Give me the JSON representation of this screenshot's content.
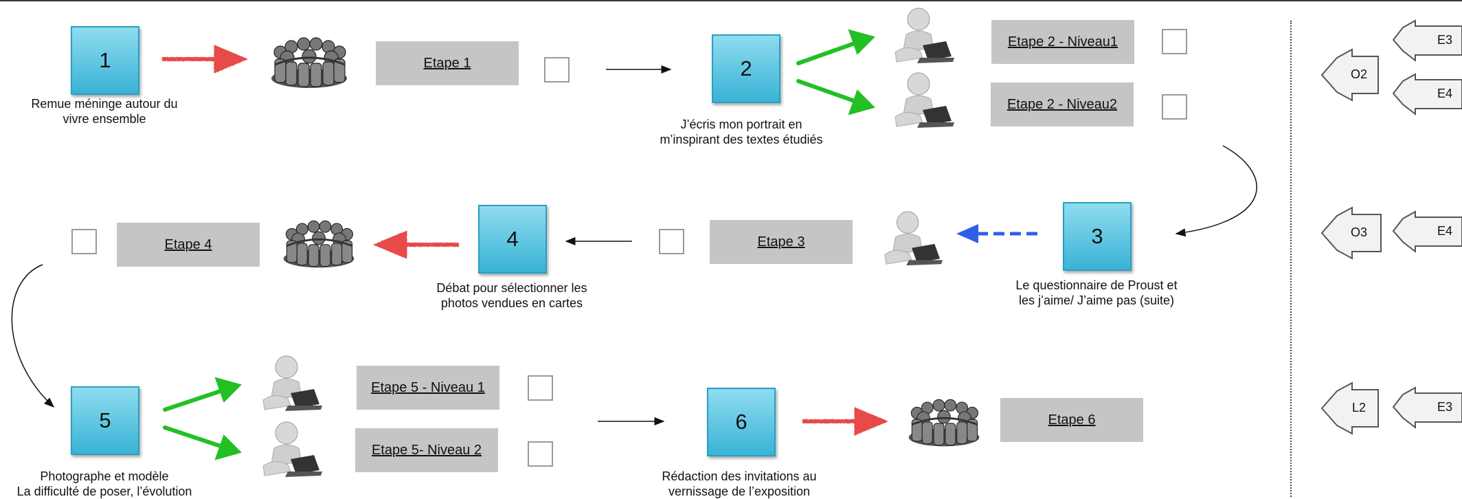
{
  "steps": [
    {
      "number": "1",
      "caption": "Remue méninge autour du\nvivre ensemble"
    },
    {
      "number": "2",
      "caption": "J’écris mon portrait en\nm’inspirant des textes étudiés"
    },
    {
      "number": "3",
      "caption": "Le questionnaire de Proust et\nles j’aime/ J’aime pas (suite)"
    },
    {
      "number": "4",
      "caption": "Débat pour sélectionner les\nphotos vendues en cartes"
    },
    {
      "number": "5",
      "caption": "Photographe et modèle\nLa difficulté de poser, l’évolution"
    },
    {
      "number": "6",
      "caption": "Rédaction des invitations au\nvernissage de l’exposition"
    }
  ],
  "labels": {
    "etape1": "Etape 1",
    "etape2_n1": "Etape 2 - Niveau1",
    "etape2_n2": "Etape 2 - Niveau2",
    "etape3": "Etape 3",
    "etape4": "Etape 4",
    "etape5_n1_link": "Etape 5 ",
    "etape5_n1_rest": "- Niveau 1",
    "etape5_n2_link": "Etape 5",
    "etape5_n2_rest": "- Niveau 2",
    "etape6": "Etape 6"
  },
  "tags": {
    "row1": {
      "big": "O2",
      "small": [
        "E3",
        "E4"
      ]
    },
    "row2": {
      "big": "O3",
      "small": [
        "E4"
      ]
    },
    "row3": {
      "big": "L2",
      "small": [
        "E3"
      ]
    }
  },
  "colors": {
    "step_box": "#39b3d6",
    "label_box": "#c5c5c5",
    "arrow_red": "#e84a4a",
    "arrow_green": "#22c022",
    "arrow_blue": "#2f5fe8"
  },
  "icons": [
    "group-huddle-icon",
    "person-laptop-icon"
  ]
}
